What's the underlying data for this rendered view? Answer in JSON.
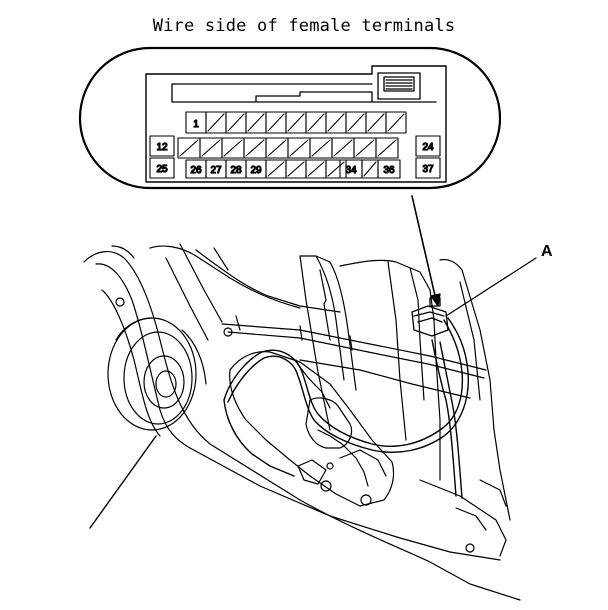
{
  "title": "Wire side of female terminals",
  "callout_label": "A",
  "connector": {
    "row1_labels": {
      "first": "1"
    },
    "row2_labels": {
      "left": "12",
      "right": "24"
    },
    "row3_labels": {
      "left": "25",
      "t26": "26",
      "t27": "27",
      "t28": "28",
      "t29": "29",
      "t34": "34",
      "t36": "36",
      "right": "37"
    }
  }
}
